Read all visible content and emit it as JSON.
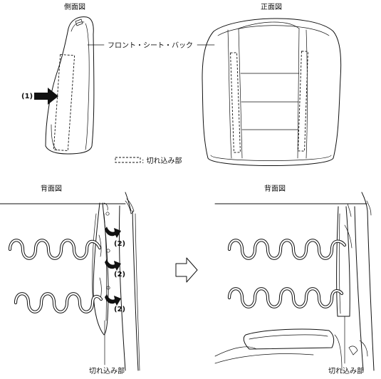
{
  "labels": {
    "side_view": "側面図",
    "front_view": "正面図",
    "back_view_left": "背面図",
    "back_view_right": "背面図",
    "part_name": "フロント・シート・バック",
    "legend": ": 切れ込み部",
    "callout_1": "(1)",
    "callout_2a": "(2)",
    "callout_2b": "(2)",
    "callout_2c": "(2)",
    "cut_left": "切れ込み部",
    "cut_right": "切れ込み部"
  }
}
